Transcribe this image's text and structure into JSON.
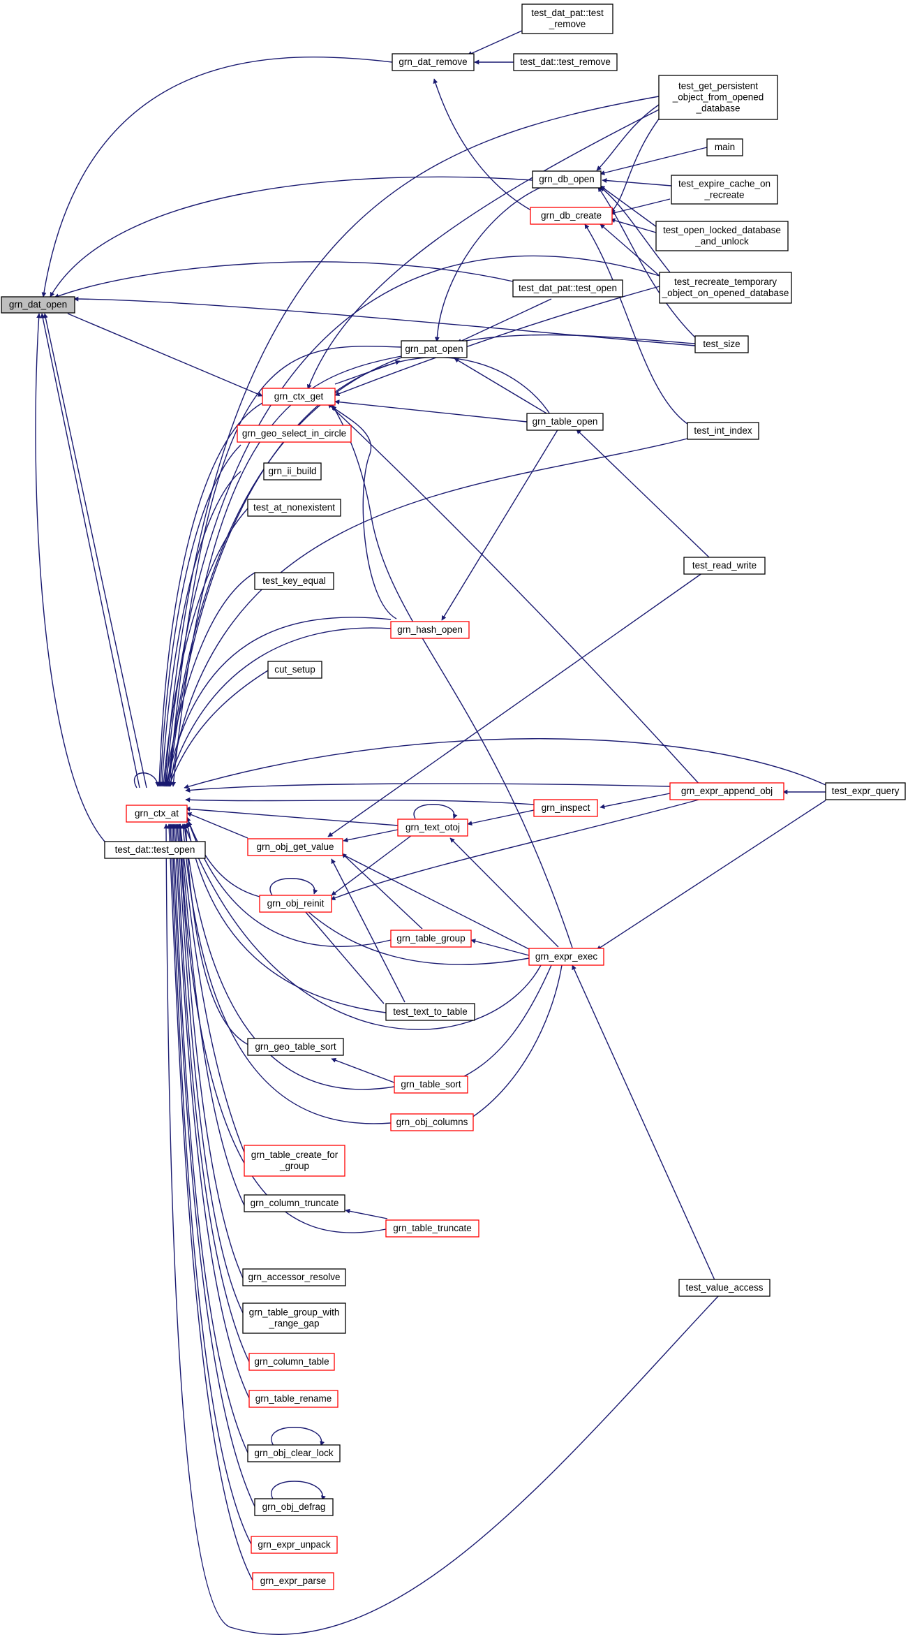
{
  "diagram": {
    "title": "grn_dat_open caller graph",
    "colors": {
      "edge": "#191970",
      "border_normal": "#000000",
      "border_incomplete": "#ff0000",
      "focus_fill": "#bfbfbf"
    },
    "nodes": [
      {
        "id": "grn_dat_open",
        "lines": [
          "grn_dat_open"
        ],
        "style": "focus"
      },
      {
        "id": "test_dat_pat_test_remove",
        "lines": [
          "test_dat_pat::test",
          "_remove"
        ],
        "style": "normal"
      },
      {
        "id": "grn_dat_remove",
        "lines": [
          "grn_dat_remove"
        ],
        "style": "normal"
      },
      {
        "id": "test_dat_test_remove",
        "lines": [
          "test_dat::test_remove"
        ],
        "style": "normal"
      },
      {
        "id": "test_get_persistent",
        "lines": [
          "test_get_persistent",
          "_object_from_opened",
          "_database"
        ],
        "style": "normal"
      },
      {
        "id": "main",
        "lines": [
          "main"
        ],
        "style": "normal"
      },
      {
        "id": "grn_db_open",
        "lines": [
          "grn_db_open"
        ],
        "style": "normal"
      },
      {
        "id": "test_expire_cache",
        "lines": [
          "test_expire_cache_on",
          "_recreate"
        ],
        "style": "normal"
      },
      {
        "id": "grn_db_create",
        "lines": [
          "grn_db_create"
        ],
        "style": "red"
      },
      {
        "id": "test_open_locked",
        "lines": [
          "test_open_locked_database",
          "_and_unlock"
        ],
        "style": "normal"
      },
      {
        "id": "test_dat_pat_test_open",
        "lines": [
          "test_dat_pat::test_open"
        ],
        "style": "normal"
      },
      {
        "id": "test_recreate_temporary",
        "lines": [
          "test_recreate_temporary",
          "_object_on_opened_database"
        ],
        "style": "normal"
      },
      {
        "id": "test_size",
        "lines": [
          "test_size"
        ],
        "style": "normal"
      },
      {
        "id": "grn_pat_open",
        "lines": [
          "grn_pat_open"
        ],
        "style": "normal"
      },
      {
        "id": "grn_ctx_get",
        "lines": [
          "grn_ctx_get"
        ],
        "style": "red"
      },
      {
        "id": "grn_table_open",
        "lines": [
          "grn_table_open"
        ],
        "style": "normal"
      },
      {
        "id": "test_int_index",
        "lines": [
          "test_int_index"
        ],
        "style": "normal"
      },
      {
        "id": "grn_geo_select_in_circle",
        "lines": [
          "grn_geo_select_in_circle"
        ],
        "style": "red"
      },
      {
        "id": "grn_ii_build",
        "lines": [
          "grn_ii_build"
        ],
        "style": "normal"
      },
      {
        "id": "test_at_nonexistent",
        "lines": [
          "test_at_nonexistent"
        ],
        "style": "normal"
      },
      {
        "id": "test_read_write",
        "lines": [
          "test_read_write"
        ],
        "style": "normal"
      },
      {
        "id": "test_key_equal",
        "lines": [
          "test_key_equal"
        ],
        "style": "normal"
      },
      {
        "id": "grn_hash_open",
        "lines": [
          "grn_hash_open"
        ],
        "style": "red"
      },
      {
        "id": "cut_setup",
        "lines": [
          "cut_setup"
        ],
        "style": "normal"
      },
      {
        "id": "grn_expr_append_obj",
        "lines": [
          "grn_expr_append_obj"
        ],
        "style": "red"
      },
      {
        "id": "test_expr_query",
        "lines": [
          "test_expr_query"
        ],
        "style": "normal"
      },
      {
        "id": "grn_ctx_at",
        "lines": [
          "grn_ctx_at"
        ],
        "style": "red"
      },
      {
        "id": "grn_inspect",
        "lines": [
          "grn_inspect"
        ],
        "style": "red"
      },
      {
        "id": "grn_text_otoj",
        "lines": [
          "grn_text_otoj"
        ],
        "style": "red"
      },
      {
        "id": "test_dat_test_open",
        "lines": [
          "test_dat::test_open"
        ],
        "style": "normal"
      },
      {
        "id": "grn_obj_get_value",
        "lines": [
          "grn_obj_get_value"
        ],
        "style": "red"
      },
      {
        "id": "grn_obj_reinit",
        "lines": [
          "grn_obj_reinit"
        ],
        "style": "red"
      },
      {
        "id": "grn_table_group",
        "lines": [
          "grn_table_group"
        ],
        "style": "red"
      },
      {
        "id": "grn_expr_exec",
        "lines": [
          "grn_expr_exec"
        ],
        "style": "red"
      },
      {
        "id": "test_text_to_table",
        "lines": [
          "test_text_to_table"
        ],
        "style": "normal"
      },
      {
        "id": "grn_geo_table_sort",
        "lines": [
          "grn_geo_table_sort"
        ],
        "style": "normal"
      },
      {
        "id": "grn_table_sort",
        "lines": [
          "grn_table_sort"
        ],
        "style": "red"
      },
      {
        "id": "grn_obj_columns",
        "lines": [
          "grn_obj_columns"
        ],
        "style": "red"
      },
      {
        "id": "grn_table_create_for_group",
        "lines": [
          "grn_table_create_for",
          "_group"
        ],
        "style": "red"
      },
      {
        "id": "grn_column_truncate",
        "lines": [
          "grn_column_truncate"
        ],
        "style": "normal"
      },
      {
        "id": "grn_table_truncate",
        "lines": [
          "grn_table_truncate"
        ],
        "style": "red"
      },
      {
        "id": "test_value_access",
        "lines": [
          "test_value_access"
        ],
        "style": "normal"
      },
      {
        "id": "grn_accessor_resolve",
        "lines": [
          "grn_accessor_resolve"
        ],
        "style": "normal"
      },
      {
        "id": "grn_table_group_with_range_gap",
        "lines": [
          "grn_table_group_with",
          "_range_gap"
        ],
        "style": "normal"
      },
      {
        "id": "grn_column_table",
        "lines": [
          "grn_column_table"
        ],
        "style": "red"
      },
      {
        "id": "grn_table_rename",
        "lines": [
          "grn_table_rename"
        ],
        "style": "red"
      },
      {
        "id": "grn_obj_clear_lock",
        "lines": [
          "grn_obj_clear_lock"
        ],
        "style": "normal"
      },
      {
        "id": "grn_obj_defrag",
        "lines": [
          "grn_obj_defrag"
        ],
        "style": "normal"
      },
      {
        "id": "grn_expr_unpack",
        "lines": [
          "grn_expr_unpack"
        ],
        "style": "red"
      },
      {
        "id": "grn_expr_parse",
        "lines": [
          "grn_expr_parse"
        ],
        "style": "red"
      }
    ]
  }
}
